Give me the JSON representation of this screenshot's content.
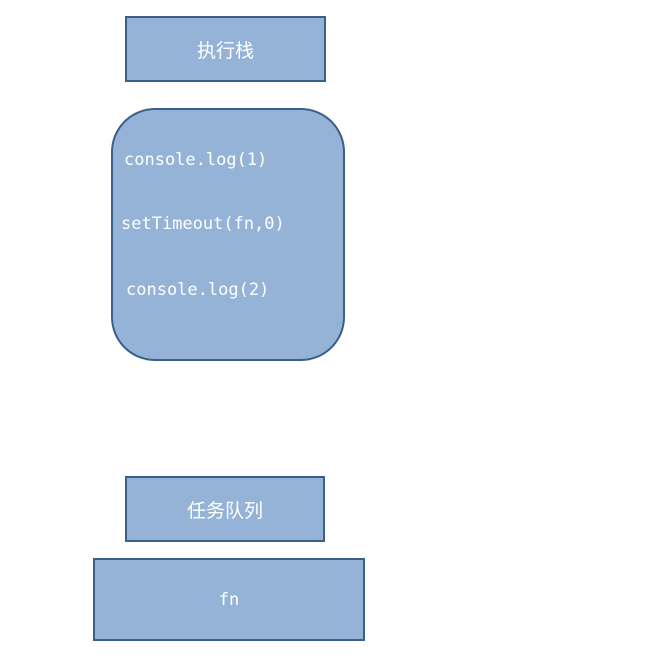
{
  "execution_stack": {
    "title": "执行栈",
    "items": [
      "console.log(1)",
      "setTimeout(fn,0)",
      "console.log(2)"
    ]
  },
  "task_queue": {
    "title": "任务队列",
    "items": [
      "fn"
    ]
  },
  "colors": {
    "box_fill": "#95b3d7",
    "box_border": "#3a5f8b",
    "text": "#ffffff",
    "background": "#ffffff"
  }
}
